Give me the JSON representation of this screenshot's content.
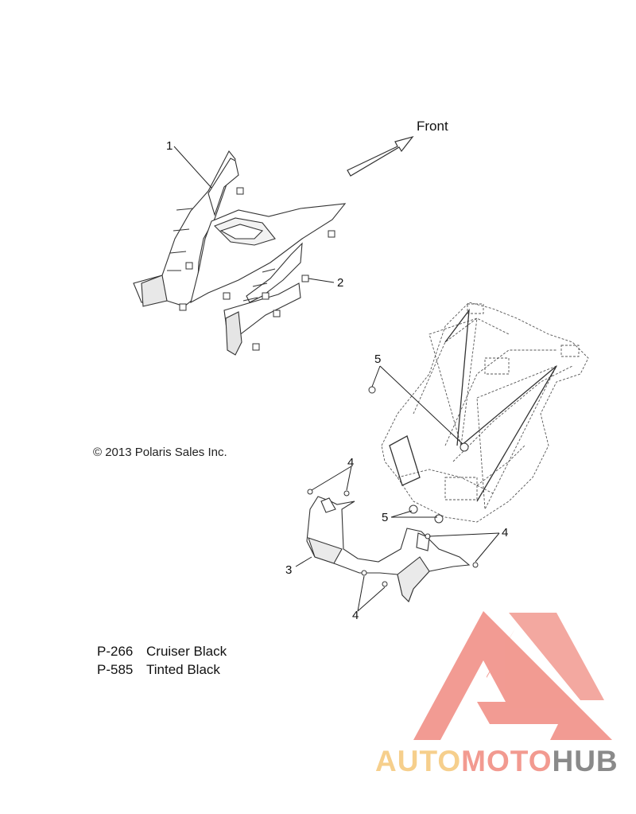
{
  "labels": {
    "front": "Front",
    "callout_1": "1",
    "callout_2": "2",
    "callout_3": "3",
    "callout_4a": "4",
    "callout_4b": "4",
    "callout_4c": "4",
    "callout_5a": "5",
    "callout_5b": "5"
  },
  "copyright": "© 2013 Polaris Sales Inc.",
  "color_codes": [
    {
      "code": "P-266",
      "name": "Cruiser Black"
    },
    {
      "code": "P-585",
      "name": "Tinted Black"
    }
  ],
  "watermark": {
    "part1": "AUTO",
    "part2": "MOTO",
    "part3": "HUB",
    "color1": "#f6cf8c",
    "color2": "#f29a90",
    "color3": "#8a8a8a",
    "logo_color": "#f08a80"
  }
}
